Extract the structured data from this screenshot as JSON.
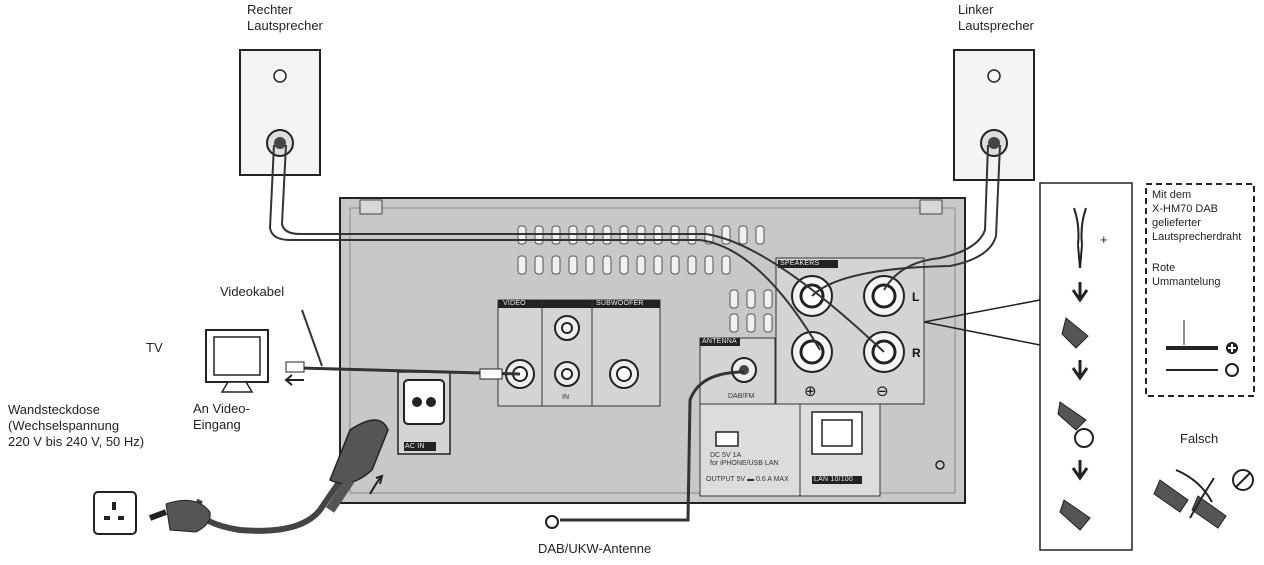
{
  "labels": {
    "right_speaker": "Rechter\nLautsprecher",
    "left_speaker": "Linker\nLautsprecher",
    "video_cable": "Videokabel",
    "tv": "TV",
    "to_video_input": "An Video-\nEingang",
    "wall_outlet": "Wandsteckdose\n(Wechselspannung\n220 V bis 240 V, 50 Hz)",
    "antenna": "DAB/UKW-Antenne",
    "supplied_wire": "Mit dem\nX-HM70 DAB\ngelieferter\nLautsprecherdraht",
    "red_sheath": "Rote\nUmmantelung",
    "wrong": "Falsch",
    "plus_sign": "+",
    "left_terminal": "L",
    "right_terminal": "R",
    "positive_terminal": "⊕",
    "negative_terminal": "⊖"
  },
  "panel_labels": {
    "ac_in": "AC IN",
    "video": "VIDEO",
    "in": "IN",
    "subwoofer": "SUBWOOFER",
    "antenna_port": "ANTENNA",
    "dab_fm": "DAB/FM",
    "speakers": "SPEAKERS",
    "usb_info": "DC 5V 1A\nfor iPHONE/USB LAN",
    "usb_output": "OUTPUT 5V ▬ 0.6 A MAX",
    "lan": "LAN 10/100"
  },
  "colors": {
    "unit_body": "#c8c8c8",
    "unit_outline": "#333333",
    "wire": "#444444",
    "plug": "#555555"
  }
}
